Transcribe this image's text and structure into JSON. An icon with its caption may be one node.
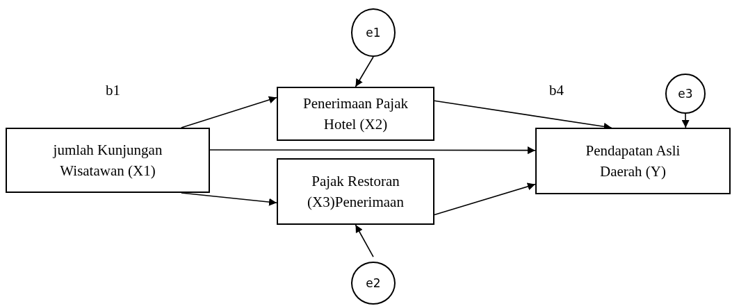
{
  "diagram": {
    "nodes": [
      {
        "text": [
          "jumlah Kunjungan Wisatawan (X1)"
        ]
      },
      {
        "text": [
          "Penerimaan Pajak Hotel (X2)"
        ]
      },
      {
        "text": [
          "Pajak Restoran (X3)Penerimaan"
        ]
      },
      {
        "text": [
          "Pendapatan Asli Daerah (Y)"
        ]
      },
      {
        "text": [
          "e1"
        ]
      },
      {
        "text": [
          "e2"
        ]
      },
      {
        "text": [
          "e3"
        ]
      }
    ],
    "edges": [
      {
        "from": 0,
        "to": 1,
        "arrow": "to"
      },
      {
        "from": 0,
        "to": 3,
        "arrow": "to"
      },
      {
        "from": 0,
        "to": 2,
        "arrow": "to"
      },
      {
        "from": 1,
        "to": 3,
        "arrow": "to"
      },
      {
        "from": 2,
        "to": 3,
        "arrow": "to"
      },
      {
        "from": 4,
        "to": 1,
        "arrow": "to"
      },
      {
        "from": 5,
        "to": 2,
        "arrow": "to"
      },
      {
        "from": 6,
        "to": 3,
        "arrow": "to"
      }
    ],
    "labels": [
      "b1",
      "b4"
    ]
  }
}
